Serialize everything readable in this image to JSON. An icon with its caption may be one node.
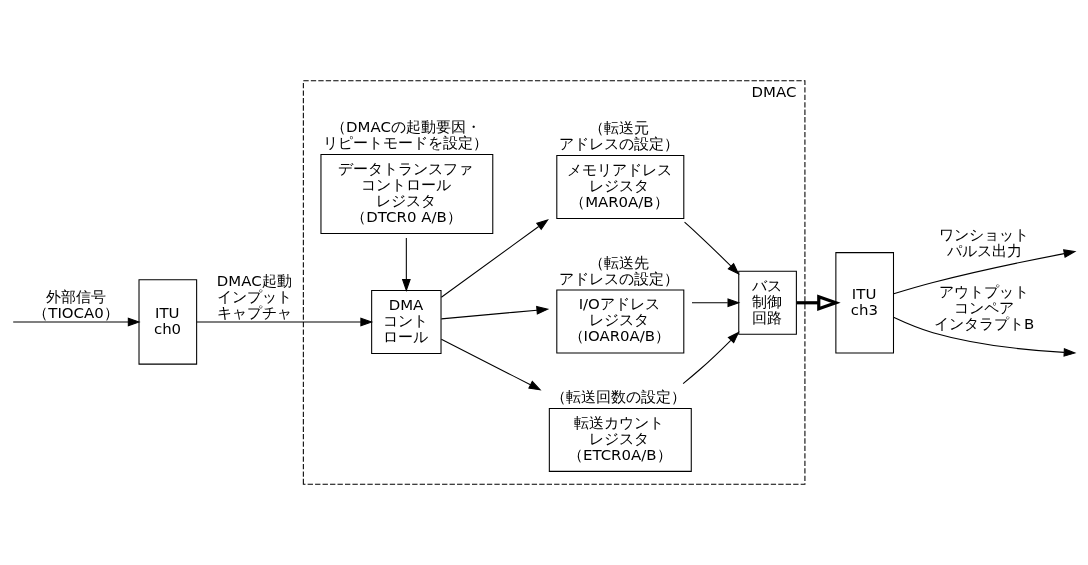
{
  "diagram": {
    "nodes": [
      {
        "text": [
          "DMAC"
        ]
      },
      {
        "text": [
          "データトランスファコントロールレジスタ（DTCR0 A/B）"
        ],
        "beside": [
          "（DMACの起動要因・リピートモードを設定）"
        ],
        "in": 0
      },
      {
        "text": [
          "ITU ch0"
        ]
      },
      {
        "text": [
          "DMAコントロール"
        ],
        "in": 0
      },
      {
        "text": [
          "メモリアドレスレジスタ（MAR0A/B）"
        ],
        "beside": [
          "（転送元アドレスの設定）"
        ],
        "in": 0
      },
      {
        "text": [
          "I/Oアドレスレジスタ（IOAR0A/B）"
        ],
        "beside": [
          "（転送先アドレスの設定）"
        ],
        "in": 0
      },
      {
        "text": [
          "転送カウントレジスタ（ETCR0A/B）"
        ],
        "beside": [
          "（転送回数の設定）"
        ],
        "in": 0
      },
      {
        "text": [
          "バス制御回路"
        ],
        "in": 0
      },
      {
        "text": [
          "ITU ch3"
        ]
      }
    ],
    "edges": [
      {
        "from": null,
        "to": 2,
        "arrow": "to",
        "label": "外部信号（TIOCA0）"
      },
      {
        "from": 2,
        "to": 3,
        "arrow": "to",
        "label": "DMAC起動インプットキャプチャ"
      },
      {
        "from": 1,
        "to": 3,
        "arrow": "to"
      },
      {
        "from": 3,
        "to": 4,
        "arrow": "to"
      },
      {
        "from": 3,
        "to": 5,
        "arrow": "to"
      },
      {
        "from": 3,
        "to": 6,
        "arrow": "to"
      },
      {
        "from": 4,
        "to": 7,
        "arrow": "to"
      },
      {
        "from": 5,
        "to": 7,
        "arrow": "to"
      },
      {
        "from": 6,
        "to": 7,
        "arrow": "to"
      },
      {
        "from": 7,
        "to": 8,
        "arrow": "to",
        "style": "thick"
      },
      {
        "from": 8,
        "to": null,
        "arrow": "to",
        "label": "ワンショットパルス出力"
      },
      {
        "from": 8,
        "to": null,
        "arrow": "to",
        "label": "アウトプットコンペアインタラプトB"
      }
    ]
  }
}
